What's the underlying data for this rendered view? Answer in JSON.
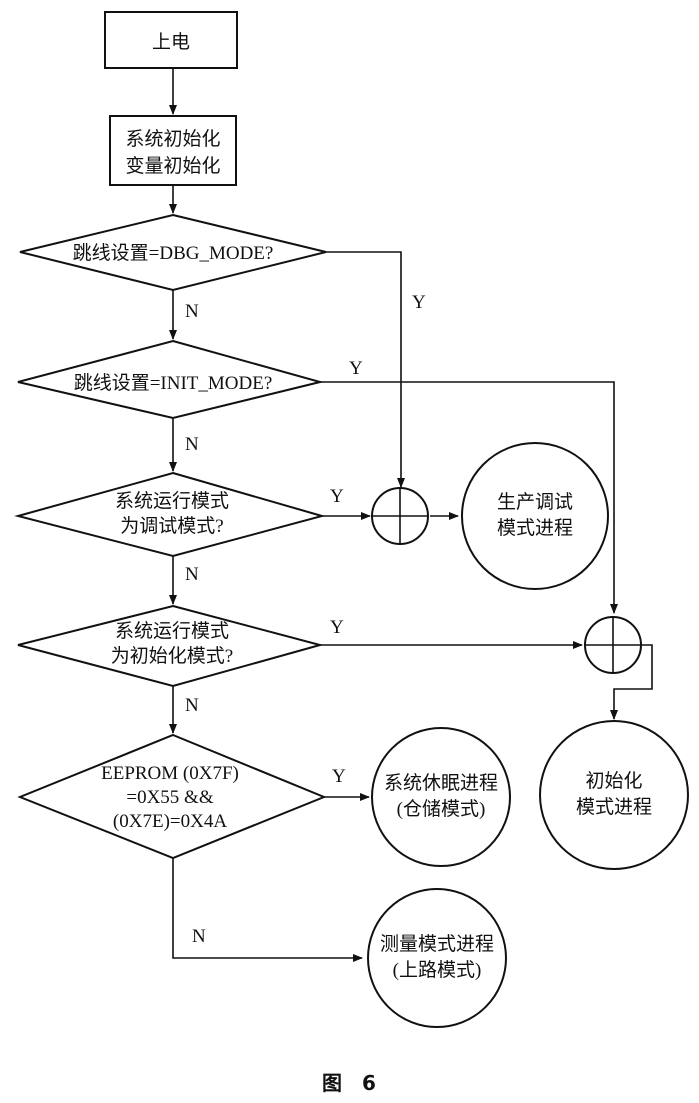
{
  "nodes": {
    "power_on": "上电",
    "init": [
      "系统初始化",
      "变量初始化"
    ],
    "d1": "跳线设置=DBG_MODE?",
    "d2": "跳线设置=INIT_MODE?",
    "d3": [
      "系统运行模式",
      "为调试模式?"
    ],
    "d4": [
      "系统运行模式",
      "为初始化模式?"
    ],
    "d5": [
      "EEPROM (0X7F)",
      "=0X55 &&",
      "(0X7E)=0X4A"
    ],
    "c_debug": [
      "生产调试",
      "模式进程"
    ],
    "c_sleep": [
      "系统休眠进程",
      "(仓储模式)"
    ],
    "c_init": [
      "初始化",
      "模式进程"
    ],
    "c_measure": [
      "测量模式进程",
      "(上路模式)"
    ]
  },
  "labels": {
    "yes": "Y",
    "no": "N"
  },
  "caption": "图　6"
}
